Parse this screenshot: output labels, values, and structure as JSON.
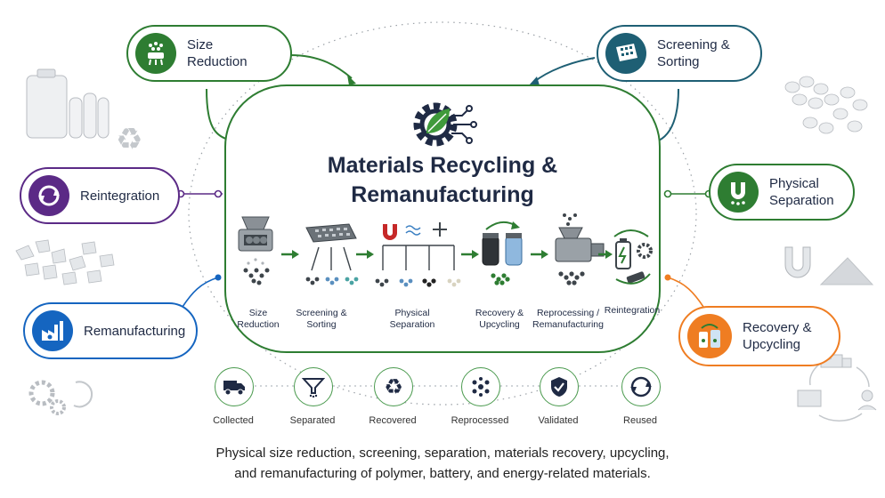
{
  "title_line1": "Materials Recycling &",
  "title_line2": "Remanufacturing",
  "outer_nodes": {
    "size_reduction": {
      "line1": "Size",
      "line2": "Reduction",
      "color": "#2e7d32"
    },
    "screening": {
      "line1": "Screening &",
      "line2": "Sorting",
      "color": "#1e5f74"
    },
    "reintegration": {
      "line1": "Reintegration",
      "color": "#5b2a86"
    },
    "physical": {
      "line1": "Physical",
      "line2": "Separation",
      "color": "#2e7d32"
    },
    "remanufacturing": {
      "line1": "Remanufacturing",
      "color": "#1565c0"
    },
    "recovery": {
      "line1": "Recovery &",
      "line2": "Upcycling",
      "color": "#ef7d22"
    }
  },
  "process_steps": [
    {
      "line1": "Size",
      "line2": "Reduction"
    },
    {
      "line1": "Screening &",
      "line2": "Sorting"
    },
    {
      "line1": "Physical",
      "line2": "Separation"
    },
    {
      "line1": "Recovery &",
      "line2": "Upcycling"
    },
    {
      "line1": "Reprocessing /",
      "line2": "Remanufacturing"
    },
    {
      "line1": "Reintegration",
      "line2": ""
    }
  ],
  "status_items": [
    {
      "label": "Collected",
      "icon": "truck-icon"
    },
    {
      "label": "Separated",
      "icon": "funnel-icon"
    },
    {
      "label": "Recovered",
      "icon": "recycle-icon"
    },
    {
      "label": "Reprocessed",
      "icon": "molecule-icon"
    },
    {
      "label": "Validated",
      "icon": "shield-check-icon"
    },
    {
      "label": "Reused",
      "icon": "cycle-arrows-icon"
    }
  ],
  "caption_line1": "Physical size reduction, screening, separation, materials recovery, upcycling,",
  "caption_line2": "and remanufacturing of polymer, battery, and energy-related materials.",
  "colors": {
    "green": "#2e7d32",
    "navy": "#1f2a44",
    "purple": "#5b2a86",
    "blue": "#1565c0",
    "orange": "#ef7d22",
    "teal": "#1e5f74"
  }
}
